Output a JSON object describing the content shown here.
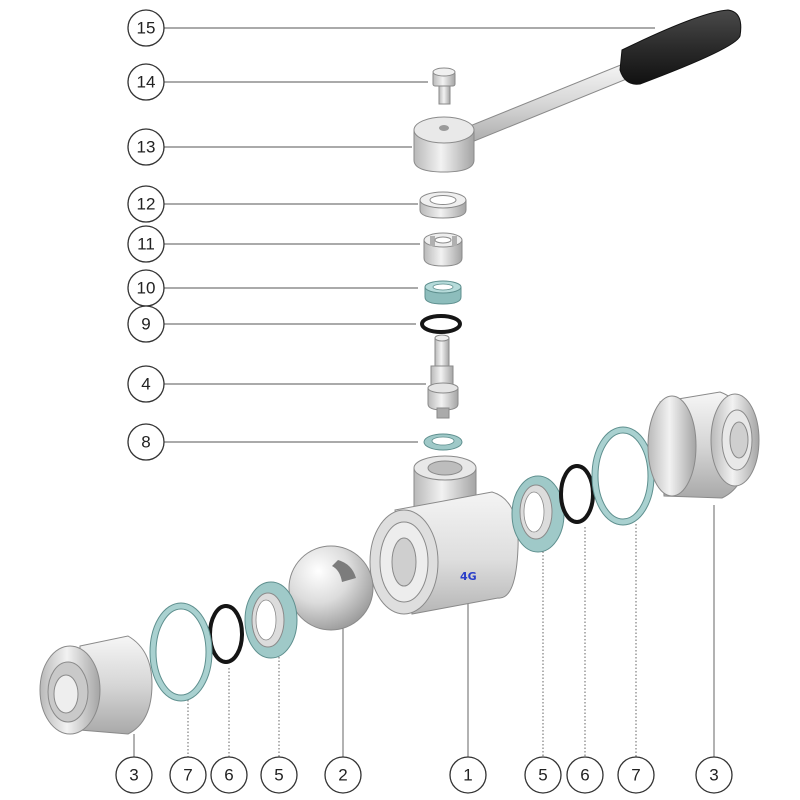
{
  "callouts": {
    "c15": "15",
    "c14": "14",
    "c13": "13",
    "c12": "12",
    "c11": "11",
    "c10": "10",
    "c9": "9",
    "c4": "4",
    "c8": "8",
    "b3a": "3",
    "b7a": "7",
    "b6a": "6",
    "b5a": "5",
    "b2": "2",
    "b1": "1",
    "b5b": "5",
    "b6b": "6",
    "b7b": "7",
    "b3b": "3"
  },
  "body_mark": "4G",
  "colors": {
    "metal_light": "#ececec",
    "metal_mid": "#c4c4c4",
    "metal_dark": "#8f8f8f",
    "seal_teal": "#9fc9c8",
    "oring_black": "#151515",
    "handle_grip": "#2b2b2b",
    "brand_blue": "#2a3fc9"
  },
  "icons": {
    "parts": [
      "handle-lever",
      "bolt",
      "handle-hub",
      "nut-ring",
      "gland-bushing",
      "seal-ring",
      "o-ring",
      "stem",
      "valve-body",
      "ball",
      "end-connector"
    ]
  }
}
